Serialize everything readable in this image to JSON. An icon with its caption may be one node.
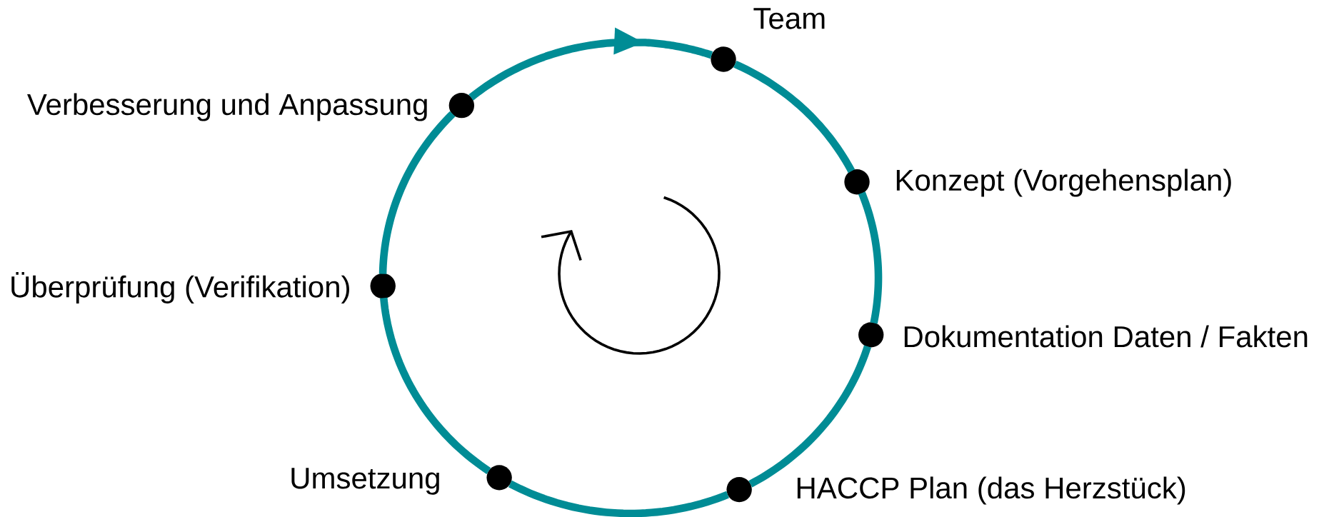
{
  "diagram": {
    "nodes": [
      {
        "text": [],
        "shape": "circle",
        "beside": [
          "Team"
        ]
      },
      {
        "text": [],
        "shape": "circle",
        "beside": [
          "Konzept (Vorgehensplan)"
        ]
      },
      {
        "text": [],
        "shape": "circle",
        "beside": [
          "Dokumentation Daten / Fakten"
        ]
      },
      {
        "text": [],
        "shape": "circle",
        "beside": [
          "HACCP Plan (das Herzstück)"
        ]
      },
      {
        "text": [],
        "shape": "circle",
        "beside": [
          "Umsetzung"
        ]
      },
      {
        "text": [],
        "shape": "circle",
        "beside": [
          "Überprüfung (Verifikation)"
        ]
      },
      {
        "text": [],
        "shape": "circle",
        "beside": [
          "Verbesserung und Anpassung"
        ]
      }
    ],
    "edges": [
      {
        "from": 0,
        "to": 1,
        "arrow": "none"
      },
      {
        "from": 1,
        "to": 2,
        "arrow": "none"
      },
      {
        "from": 2,
        "to": 3,
        "arrow": "none"
      },
      {
        "from": 3,
        "to": 4,
        "arrow": "none"
      },
      {
        "from": 4,
        "to": 5,
        "arrow": "none"
      },
      {
        "from": 5,
        "to": 6,
        "arrow": "none"
      },
      {
        "from": 6,
        "to": 0,
        "arrow": "to"
      }
    ]
  }
}
